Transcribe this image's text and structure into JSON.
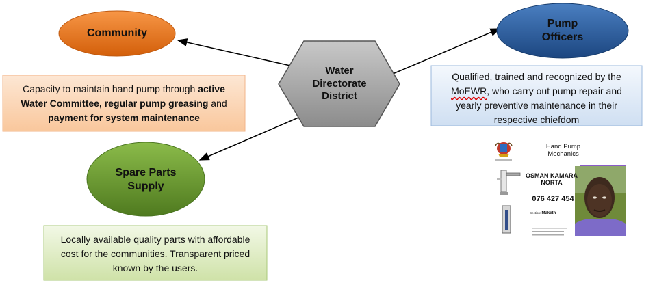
{
  "nodes": {
    "center": {
      "label_line1": "Water",
      "label_line2": "Directorate",
      "label_line3": "District"
    },
    "community": {
      "label": "Community"
    },
    "pump_officers": {
      "label_line1": "Pump",
      "label_line2": "Officers"
    },
    "spare_parts": {
      "label_line1": "Spare Parts",
      "label_line2": "Supply"
    }
  },
  "boxes": {
    "community": {
      "part1": "Capacity to maintain hand pump through ",
      "bold1": "active Water Committee, regular pump greasing",
      "part2": " and ",
      "bold2": "payment for system maintenance"
    },
    "pump_officers": {
      "part1": "Qualified, trained and recognized by the ",
      "underlined": "MoEWR",
      "part2": ", who carry out pump repair and yearly preventive maintenance in their respective chiefdom"
    },
    "spare_parts": {
      "text": "Locally available quality parts with affordable cost for the communities. Transparent priced known by the users."
    }
  },
  "card": {
    "title_line1": "Hand Pump",
    "title_line2": "Mechanics",
    "name_line1": "OSMAN KAMARA",
    "name_line2": "NORTA",
    "phone": "076 427 454",
    "field_prefix": "Section:",
    "field_value": "Maketh"
  },
  "colors": {
    "community_fill": "#e46c0a",
    "pump_officers_fill": "#1f4e8c",
    "spare_parts_fill": "#5e8a2a",
    "hexagon_fill": "#a6a6a6",
    "community_box_fill": "#fbd8bc",
    "pump_box_fill": "#dbe7f5",
    "spare_box_fill": "#e0ecc8"
  }
}
